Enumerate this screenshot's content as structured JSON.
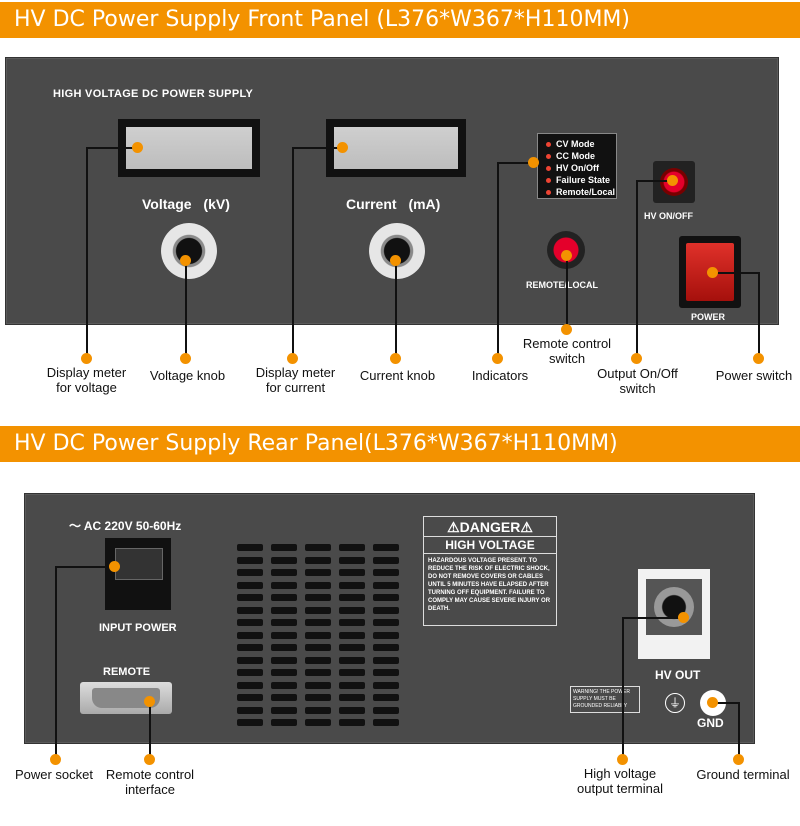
{
  "front": {
    "banner": "HV DC Power Supply Front Panel (L376*W367*H110MM)",
    "panel_title": "HIGH VOLTAGE DC POWER SUPPLY",
    "voltage_label": "Voltage (kV)",
    "current_label": "Current (mA)",
    "indicators": [
      "CV Mode",
      "CC Mode",
      "HV On/Off",
      "Failure State",
      "Remote/Local"
    ],
    "remote_local_label": "REMOTE/LOCAL",
    "hv_onoff_label": "HV ON/OFF",
    "power_label": "POWER",
    "callouts": {
      "display_voltage": "Display meter\nfor voltage",
      "voltage_knob": "Voltage knob",
      "display_current": "Display meter\nfor current",
      "current_knob": "Current knob",
      "indicators": "Indicators",
      "remote_switch": "Remote control\nswitch",
      "output_switch": "Output On/Off\nswitch",
      "power_switch": "Power switch"
    }
  },
  "rear": {
    "banner": "HV DC Power Supply Rear Panel(L376*W367*H110MM)",
    "ac_label": "～ AC 220V 50-60Hz",
    "input_power_label": "INPUT POWER",
    "remote_label": "REMOTE",
    "danger_title": "⚠DANGER⚠",
    "high_voltage": "HIGH VOLTAGE",
    "danger_text": "HAZARDOUS VOLTAGE PRESENT. TO REDUCE THE RISK OF ELECTRIC SHOCK, DO NOT REMOVE COVERS OR CABLES UNTIL 5 MINUTES HAVE ELAPSED AFTER TURNING OFF EQUIPMENT. FAILURE TO COMPLY MAY CAUSE SEVERE INJURY OR DEATH.",
    "warning_text": "WARNING! THE POWER SUPPLY MUST BE GROUNDED RELIABLY",
    "hv_out_label": "HV OUT",
    "gnd_label": "GND",
    "callouts": {
      "power_socket": "Power socket",
      "remote_interface": "Remote control\ninterface",
      "hv_terminal": "High voltage\noutput terminal",
      "ground_terminal": "Ground terminal"
    }
  }
}
